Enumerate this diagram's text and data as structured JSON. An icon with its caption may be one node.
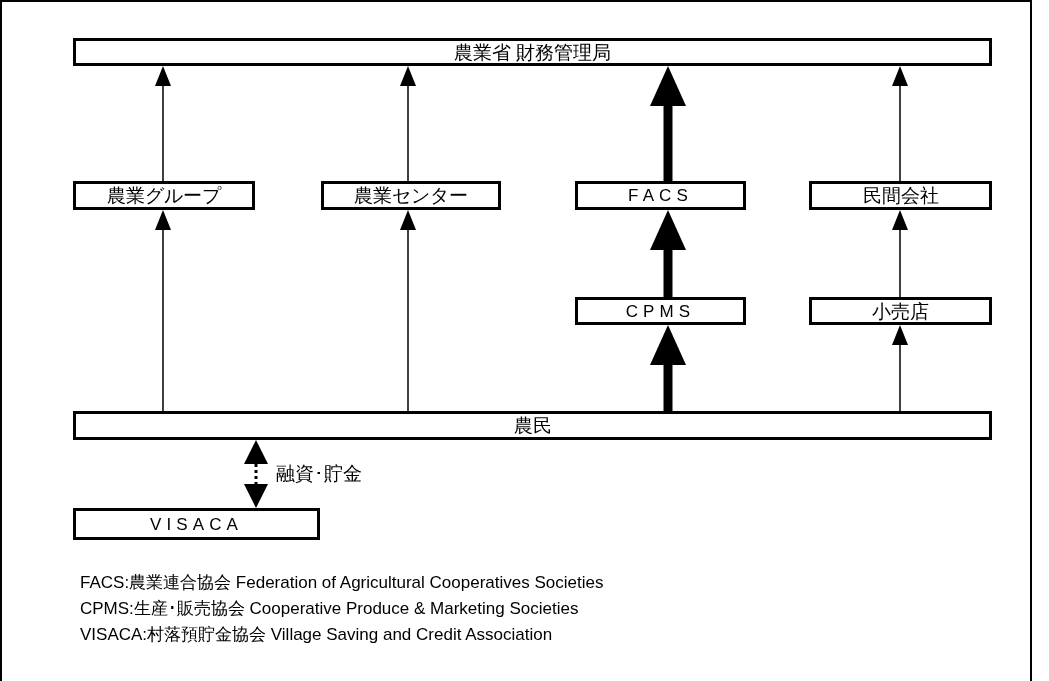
{
  "diagram": {
    "nodes": [
      {
        "text": [
          "農業省 財務管理局"
        ]
      },
      {
        "text": [
          "農業グループ"
        ]
      },
      {
        "text": [
          "農業センター"
        ]
      },
      {
        "text": [
          "FACS"
        ]
      },
      {
        "text": [
          "民間会社"
        ]
      },
      {
        "text": [
          "CPMS"
        ]
      },
      {
        "text": [
          "小売店"
        ]
      },
      {
        "text": [
          "農民"
        ]
      },
      {
        "text": [
          "VISACA"
        ]
      }
    ],
    "edges": [
      {
        "from": 7,
        "to": 1,
        "arrow": "to"
      },
      {
        "from": 1,
        "to": 0,
        "arrow": "to"
      },
      {
        "from": 7,
        "to": 2,
        "arrow": "to"
      },
      {
        "from": 2,
        "to": 0,
        "arrow": "to"
      },
      {
        "from": 7,
        "to": 5,
        "arrow": "to",
        "style": "thick"
      },
      {
        "from": 5,
        "to": 3,
        "arrow": "to",
        "style": "thick"
      },
      {
        "from": 3,
        "to": 0,
        "arrow": "to",
        "style": "thick"
      },
      {
        "from": 7,
        "to": 6,
        "arrow": "to"
      },
      {
        "from": 6,
        "to": 4,
        "arrow": "to"
      },
      {
        "from": 4,
        "to": 0,
        "arrow": "to"
      },
      {
        "from": 7,
        "to": 8,
        "arrow": "both",
        "style": "dashed",
        "label": "融資･貯金"
      }
    ],
    "labels": [
      "FACS:農業連合協会 Federation of Agricultural Cooperatives Societies",
      "CPMS:生産･販売協会 Cooperative Produce & Marketing Societies",
      "VISACA:村落預貯金協会 Village Saving and Credit Association"
    ]
  }
}
